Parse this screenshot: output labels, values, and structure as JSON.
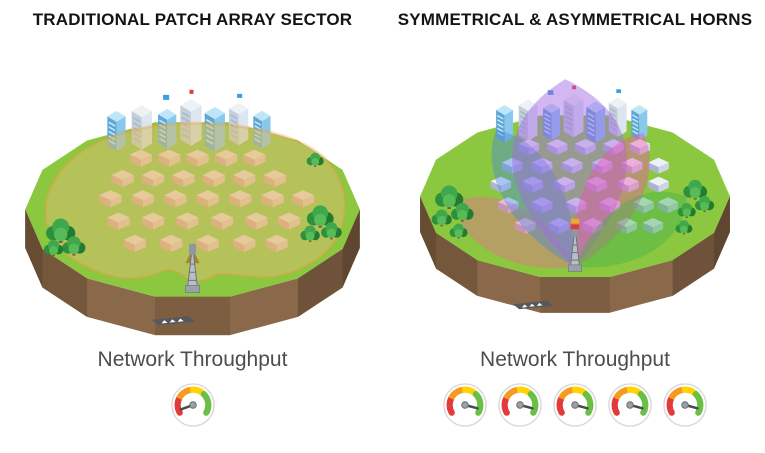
{
  "left_panel": {
    "title": "TRADITIONAL PATCH ARRAY SECTOR",
    "throughput_label": "Network Throughput",
    "gauge_count": 1,
    "needle_rotation": 160
  },
  "right_panel": {
    "title": "SYMMETRICAL & ASYMMETRICAL HORNS",
    "throughput_label": "Network Throughput",
    "gauge_count": 5,
    "needle_rotation": 15
  },
  "gauge": {
    "needle_color": "#4a4a4a",
    "segments": [
      {
        "name": "red",
        "color": "#e23b3b"
      },
      {
        "name": "orange",
        "color": "#f59b20"
      },
      {
        "name": "yellow",
        "color": "#ffd400"
      },
      {
        "name": "green",
        "color": "#6abf45"
      }
    ]
  },
  "island": {
    "grass_color": "#8bc840",
    "dirt_color": "#8a684a",
    "coverage_left_color": "#d8be6e",
    "beams": [
      {
        "name": "pink-beam",
        "color": "#ef6a93"
      },
      {
        "name": "blue-beam",
        "color": "#4d86e0"
      },
      {
        "name": "purple-beam",
        "color": "#a369e6"
      },
      {
        "name": "magenta-beam",
        "color": "#ee51b0"
      },
      {
        "name": "green-beam",
        "color": "#43b04a"
      }
    ]
  }
}
